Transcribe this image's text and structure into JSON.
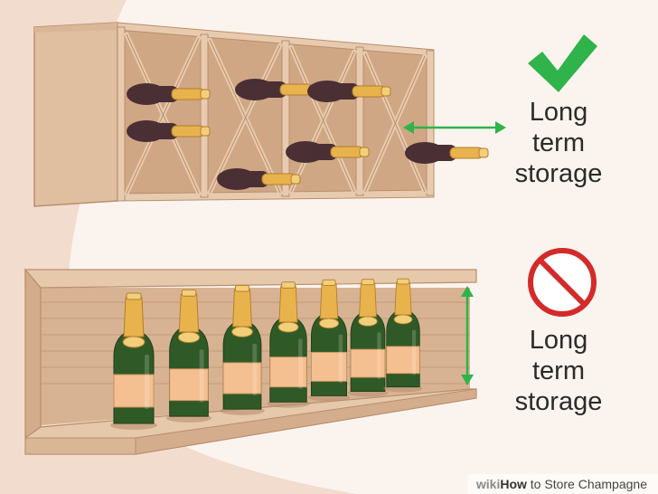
{
  "labels": {
    "good_caption": [
      "Long",
      "term",
      "storage"
    ],
    "bad_caption": [
      "Long",
      "term",
      "storage"
    ]
  },
  "icons": {
    "good": "checkmark-icon",
    "bad": "prohibited-icon"
  },
  "watermark": {
    "brand_prefix": "wiki",
    "brand_how": "How",
    "rest": " to Store Champagne"
  },
  "colors": {
    "background": "#f2dccd",
    "highlight_blob": "#fbf4ee",
    "wood": "#e3c3a5",
    "wood_dark": "#c9a283",
    "check_green": "#2fb34a",
    "prohibit_red": "#d42a2a",
    "arrow_green": "#2fb34a",
    "bottle_green": "#2f5a27",
    "bottle_gold": "#e8b24d",
    "label_peach": "#f4c091"
  }
}
